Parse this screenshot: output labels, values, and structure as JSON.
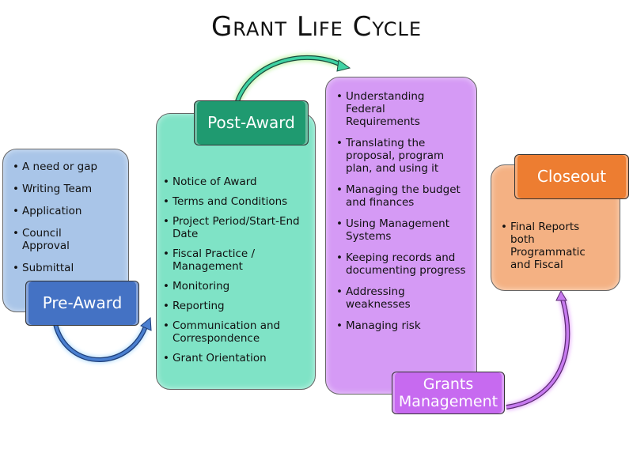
{
  "title": "Grant Life Cycle",
  "stages": [
    {
      "name": "Pre-Award",
      "color_box": "#a9c5e8",
      "color_label": "#4472c4",
      "items": [
        "A need or gap",
        "Writing Team",
        "Application",
        "Council Approval",
        "Submittal"
      ]
    },
    {
      "name": "Post-Award",
      "color_box": "#7fe3c6",
      "color_label": "#1f9a70",
      "items": [
        "Notice of Award",
        "Terms and Conditions",
        "Project Period/Start-End Date",
        "Fiscal Practice / Management",
        "Monitoring",
        "Reporting",
        "Communication and Correspondence",
        "Grant Orientation"
      ]
    },
    {
      "name": "Grants Management",
      "color_box": "#d59af5",
      "color_label": "#c76af0",
      "items": [
        "Understanding Federal Requirements",
        "Translating the proposal, program plan, and using it",
        "Managing the budget and finances",
        "Using Management Systems",
        "Keeping records and documenting progress",
        "Addressing weaknesses",
        "Managing risk"
      ]
    },
    {
      "name": "Closeout",
      "color_box": "#f4b183",
      "color_label": "#ed7d31",
      "items": [
        "Final Reports both Programmatic and Fiscal"
      ]
    }
  ]
}
